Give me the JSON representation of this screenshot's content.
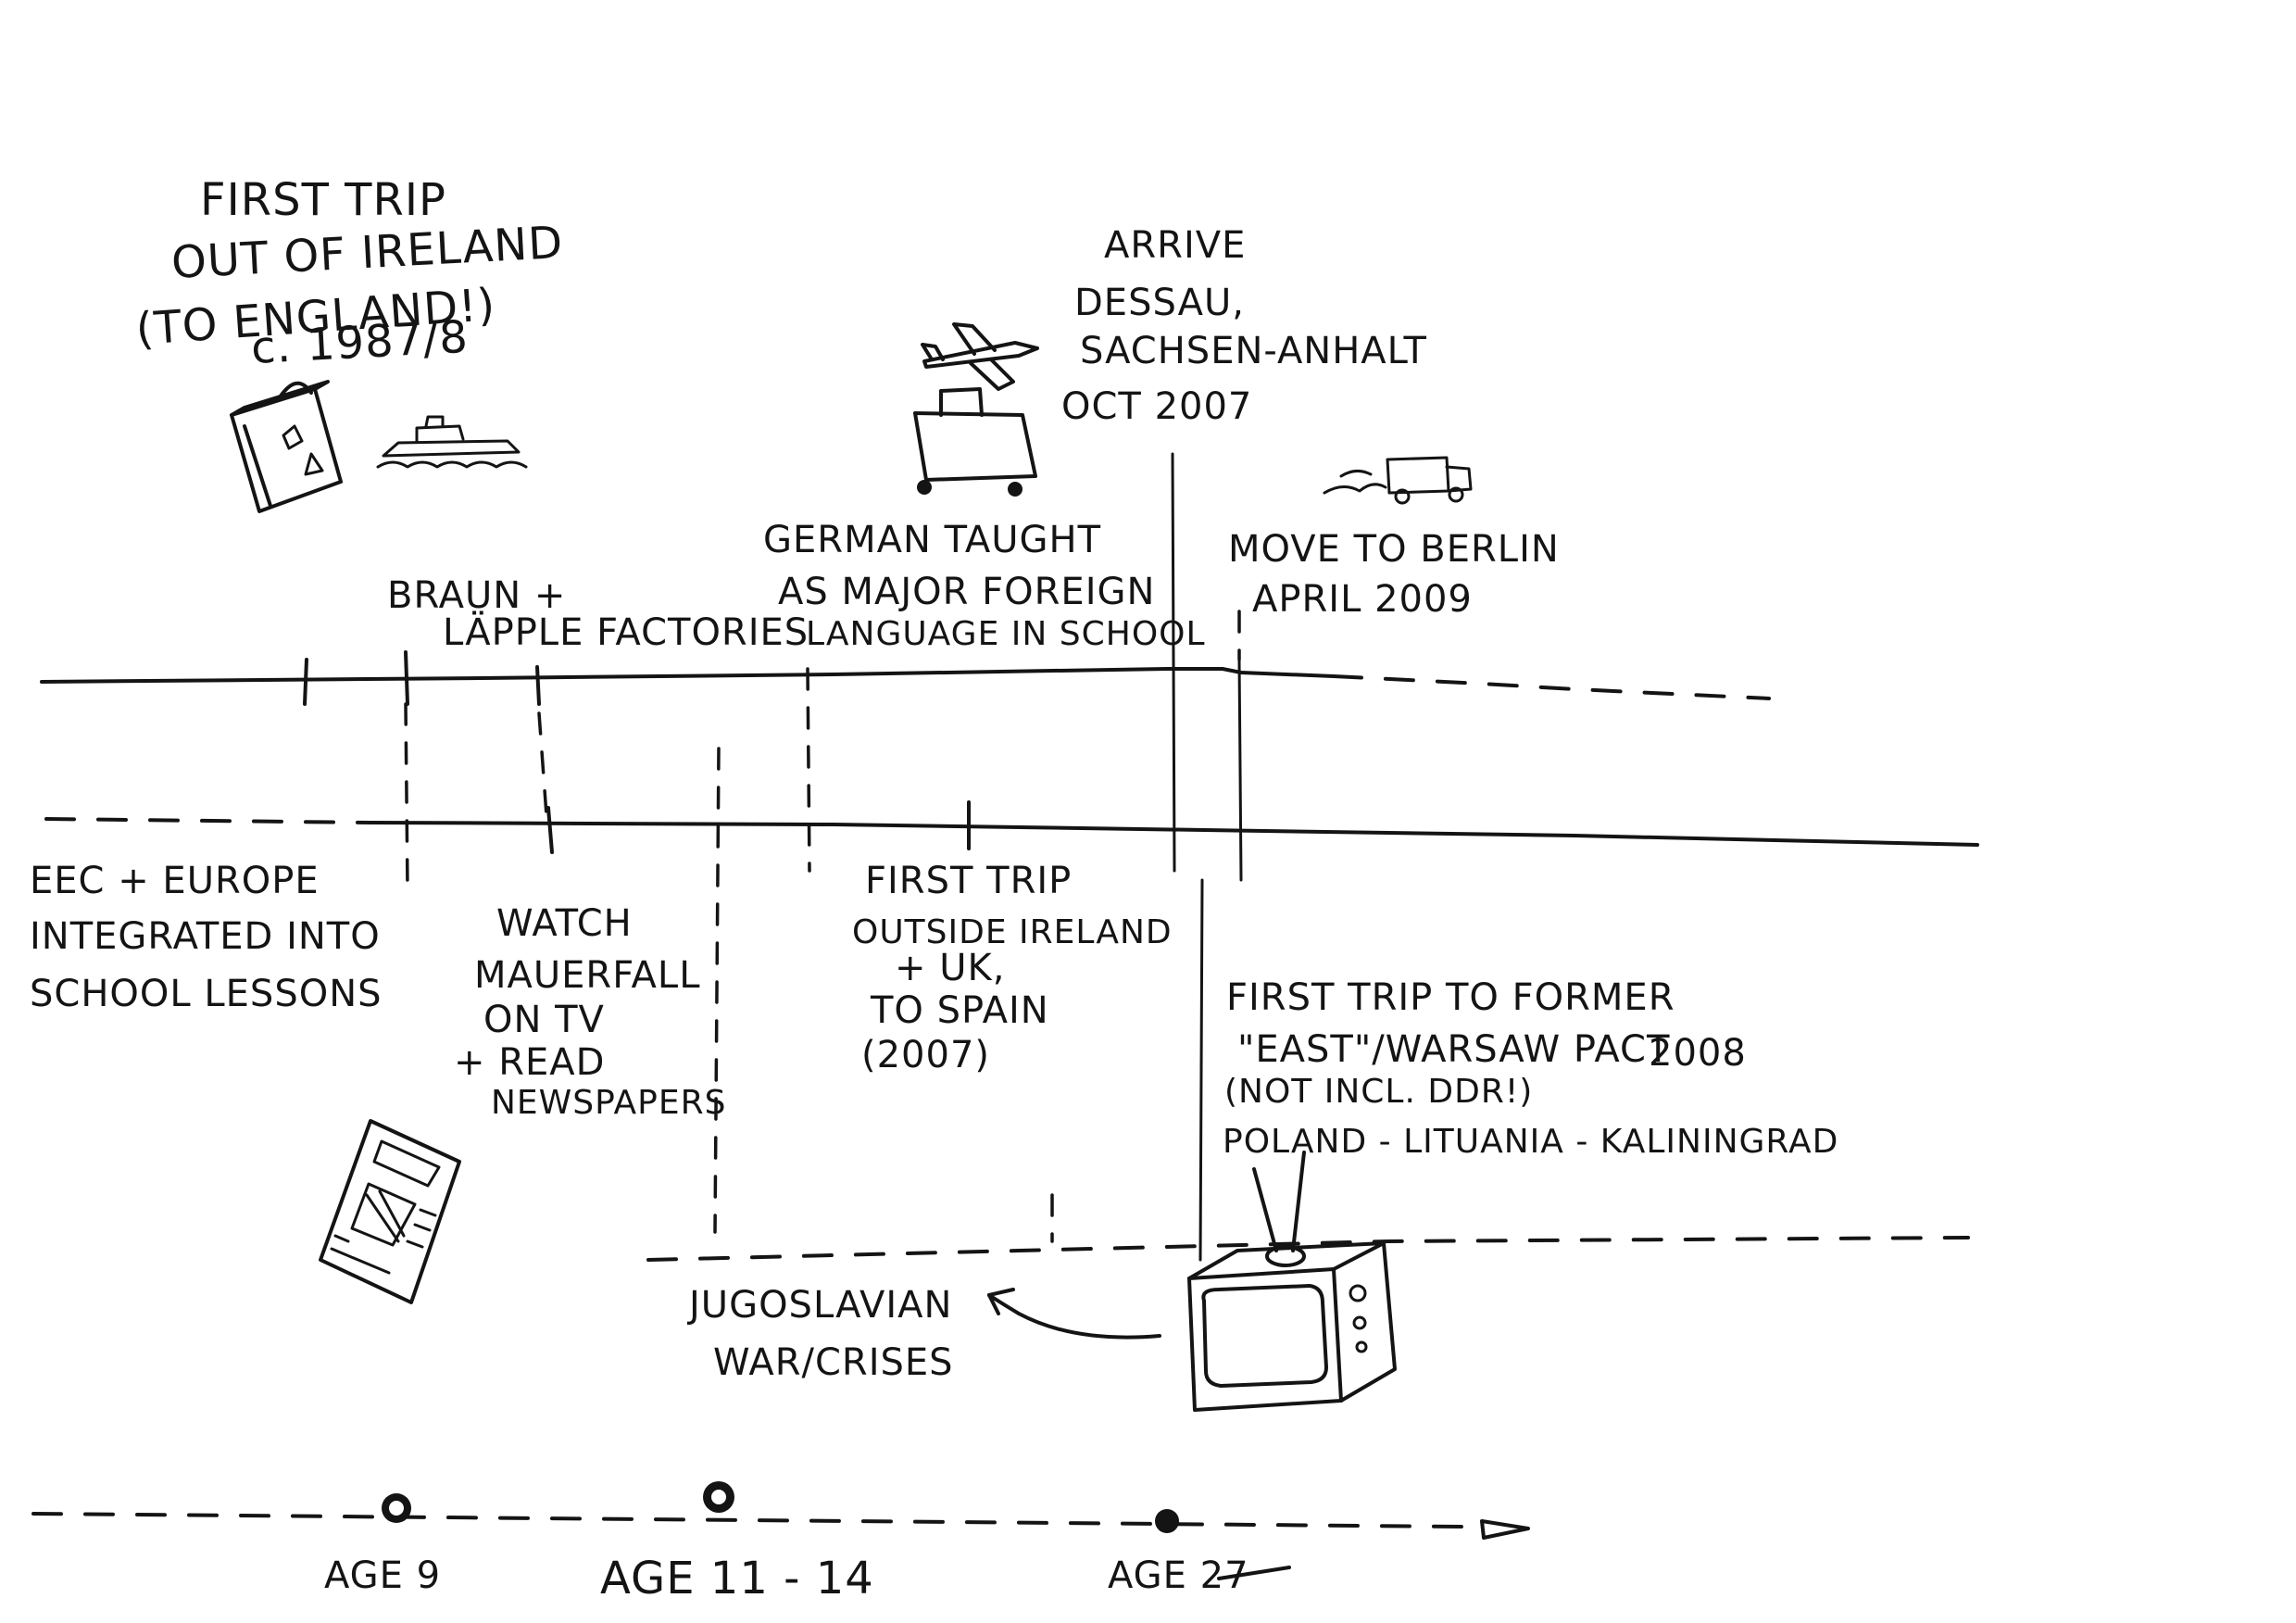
{
  "upper_notes": {
    "first_trip_england": [
      "FIRST TRIP",
      "OUT OF IRELAND",
      "(TO ENGLAND!)",
      "c. 1987/8"
    ],
    "arrive_dessau": [
      "ARRIVE",
      "DESSAU,",
      "SACHSEN-ANHALT",
      "OCT 2007"
    ],
    "braun_lapple": [
      "BRAUN +",
      "LÄPPLE FACTORIES"
    ],
    "german_taught": [
      "GERMAN TAUGHT",
      "AS MAJOR FOREIGN",
      "LANGUAGE IN SCHOOL"
    ],
    "move_berlin": [
      "MOVE TO BERLIN",
      "APRIL 2009"
    ]
  },
  "lower_notes": {
    "eec_europe": [
      "EEC + EUROPE",
      "INTEGRATED INTO",
      "SCHOOL LESSONS"
    ],
    "watch_mauerfall": [
      "WATCH",
      "MAUERFALL",
      "ON TV",
      "+ READ",
      "NEWSPAPERS"
    ],
    "first_trip_spain": [
      "FIRST TRIP",
      "OUTSIDE IRELAND",
      "+ UK,",
      "TO SPAIN",
      "(2007)"
    ],
    "first_trip_east": [
      "FIRST TRIP TO FORMER",
      "\"EAST\"/WARSAW PACT",
      "2008",
      "(NOT INCL. DDR!)",
      "POLAND - LITUANIA - KALININGRAD"
    ],
    "jugoslavian": [
      "JUGOSLAVIAN",
      "WAR/CRISES"
    ]
  },
  "age_axis": {
    "labels": [
      "AGE 9",
      "AGE 11 - 14",
      "AGE 27"
    ],
    "strike_text": "27"
  },
  "icons": [
    "suitcase-icon",
    "ship-icon",
    "airplane-icon",
    "rolling-suitcase-icon",
    "truck-icon",
    "newspaper-icon",
    "television-icon",
    "arrow-icon"
  ]
}
